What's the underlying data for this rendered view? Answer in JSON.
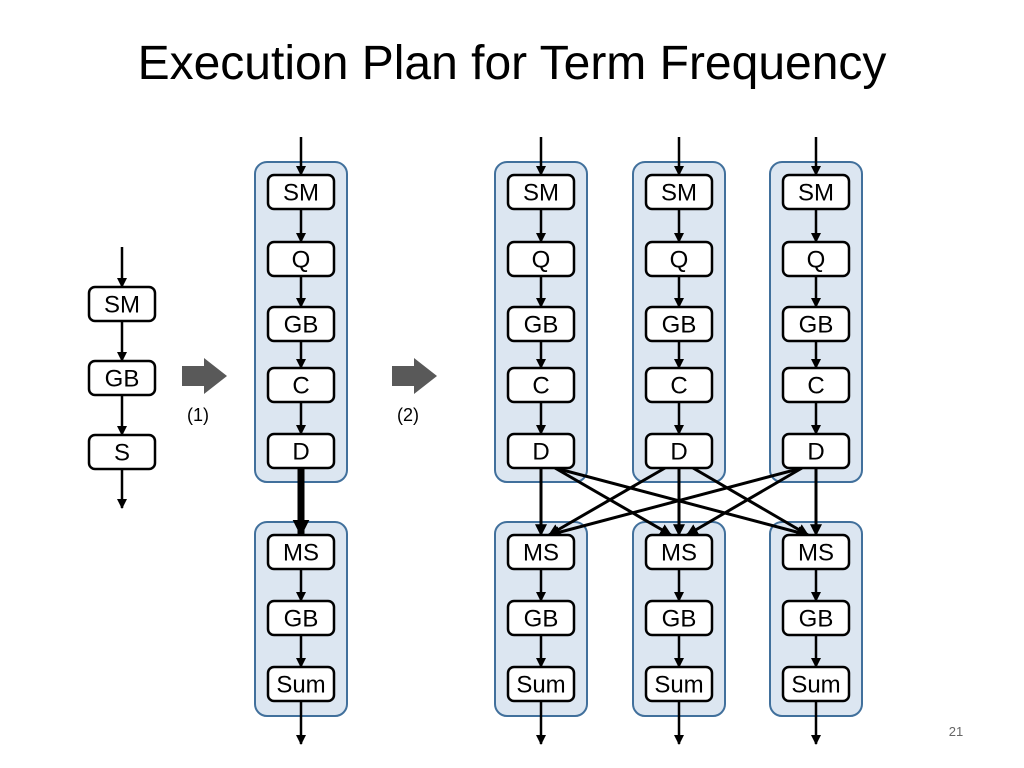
{
  "slide": {
    "title": "Execution Plan for Term Frequency",
    "page_number": "21"
  },
  "diagram": {
    "plan_original": [
      "SM",
      "GB",
      "S"
    ],
    "plan_step1": {
      "map_stage": [
        "SM",
        "Q",
        "GB",
        "C",
        "D"
      ],
      "reduce_stage": [
        "MS",
        "GB",
        "Sum"
      ]
    },
    "plan_step2": {
      "pipelines": 3,
      "map_stage": [
        "SM",
        "Q",
        "GB",
        "C",
        "D"
      ],
      "reduce_stage": [
        "MS",
        "GB",
        "Sum"
      ]
    },
    "transforms": [
      {
        "label": "(1)"
      },
      {
        "label": "(2)"
      }
    ],
    "colors": {
      "group_fill": "#dce6f1",
      "group_border": "#41709c",
      "transform_arrow": "#595959"
    }
  }
}
